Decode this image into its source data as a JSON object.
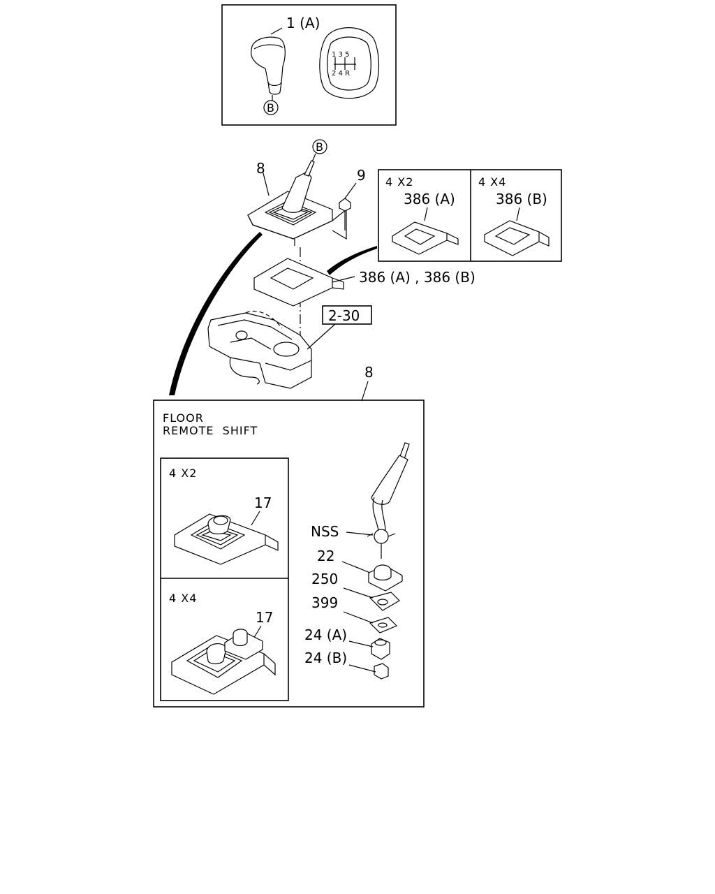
{
  "knob_panel": {
    "callout": "1 (A)",
    "circle_ref": "B",
    "shift_pattern": {
      "top": "1 3 5",
      "bottom": "2 4 R"
    }
  },
  "main_assembly": {
    "lever_ref": "B",
    "boot_callout": "8",
    "bolt_callout": "9",
    "plate_callout": "386 (A) , 386 (B)",
    "transmission_ref": "2-30",
    "remote_callout": "8"
  },
  "variant_box": {
    "left": {
      "title": "4 X2",
      "callout": "386 (A)"
    },
    "right": {
      "title": "4 X4",
      "callout": "386 (B)"
    }
  },
  "floor_remote": {
    "title_line1": "FLOOR",
    "title_line2": "REMOTE  SHIFT",
    "box_4x2": {
      "title": "4 X2",
      "callout": "17"
    },
    "box_4x4": {
      "title": "4 X4",
      "callout": "17"
    },
    "parts": [
      {
        "label": "NSS"
      },
      {
        "label": "22"
      },
      {
        "label": "250"
      },
      {
        "label": "399"
      },
      {
        "label": "24 (A)"
      },
      {
        "label": "24 (B)"
      }
    ]
  }
}
